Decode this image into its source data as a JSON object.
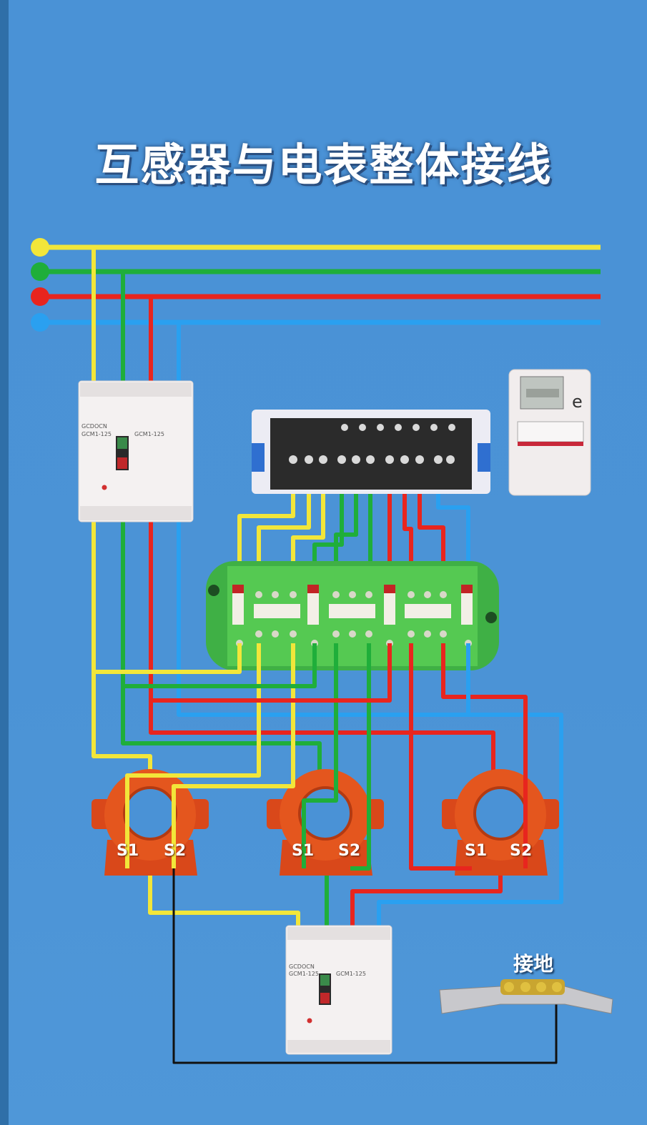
{
  "title": "互感器与电表整体接线",
  "ground_label": "接地",
  "breaker": {
    "brand": "GCDOCN",
    "model": "GCM1-125"
  },
  "current_transformers": [
    {
      "s1": "S1",
      "s2": "S2"
    },
    {
      "s1": "S1",
      "s2": "S2"
    },
    {
      "s1": "S1",
      "s2": "S2"
    }
  ],
  "colors": {
    "phase_a": "#f2e63a",
    "phase_b": "#1fae3a",
    "phase_c": "#e8251e",
    "neutral": "#2aa0f0",
    "ground": "#111111",
    "ct_body": "#e0501e",
    "junction_box": "#4cc04a"
  }
}
